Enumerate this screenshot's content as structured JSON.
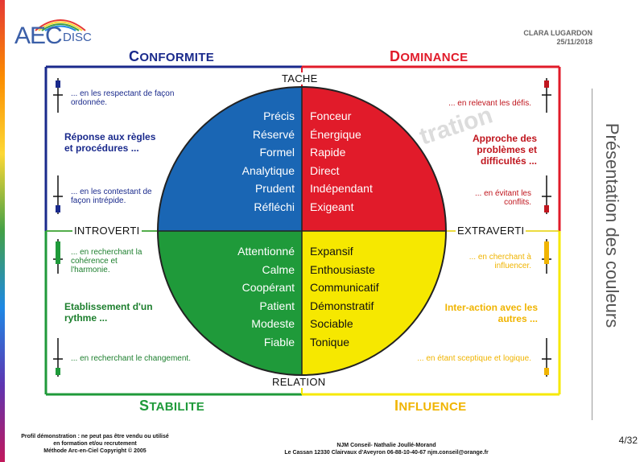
{
  "header": {
    "logo_text": "AEC",
    "logo_subtext": "DISC",
    "client_name": "CLARA LUGARDON",
    "date": "25/11/2018"
  },
  "quadrant_titles": {
    "conformite": {
      "initial": "C",
      "rest": "ONFORMITE"
    },
    "dominance": {
      "initial": "D",
      "rest": "OMINANCE"
    },
    "stabilite": {
      "initial": "S",
      "rest": "TABILITE"
    },
    "influence": {
      "initial": "I",
      "rest": "NFLUENCE"
    }
  },
  "axes": {
    "top": "TACHE",
    "bottom": "RELATION",
    "left": "INTROVERTI",
    "right": "EXTRAVERTI"
  },
  "circle": {
    "blue_words": [
      "Précis",
      "Réservé",
      "Formel",
      "Analytique",
      "Prudent",
      "Réfléchi"
    ],
    "red_words": [
      "Fonceur",
      "Énergique",
      "Rapide",
      "Direct",
      "Indépendant",
      "Exigeant"
    ],
    "green_words": [
      "Attentionné",
      "Calme",
      "Coopérant",
      "Patient",
      "Modeste",
      "Fiable"
    ],
    "yellow_words": [
      "Expansif",
      "Enthousiaste",
      "Communicatif",
      "Démonstratif",
      "Sociable",
      "Tonique"
    ]
  },
  "side_texts": {
    "c_top": "... en les respectant de façon ordonnée.",
    "c_heading": "Réponse aux règles et procédures ...",
    "c_bottom": "... en les contestant de façon intrépide.",
    "d_top": "... en relevant les défis.",
    "d_heading": "Approche des problèmes et difficultés ...",
    "d_bottom": "... en évitant les conflits.",
    "s_top": "... en recherchant la cohérence et l'harmonie.",
    "s_heading": "Etablissement d'un rythme ...",
    "s_bottom": "... en recherchant le changement.",
    "i_top": "... en cherchant à influencer.",
    "i_heading": "Inter-action avec les autres ...",
    "i_bottom": "... en étant sceptique et logique."
  },
  "watermark": "tration",
  "side_title": "Présentation des couleurs",
  "footer": {
    "left_line1": "Profil démonstration : ne peut pas être vendu ou utilisé",
    "left_line2": "en formation et/ou recrutement",
    "left_line3": "Méthode Arc-en-Ciel Copyright © 2005",
    "center_line1": "NJM Conseil- Nathalie Joullé-Morand",
    "center_line2": "Le Cassan 12330 Clairvaux  d'Aveyron 06-88-10-40-67 njm.conseil@orange.fr",
    "page": "4/32"
  },
  "colors": {
    "blue": "#1a66b4",
    "red": "#e11b2a",
    "green": "#1f9a3a",
    "yellow": "#f6e800",
    "navy": "#1a2a8c",
    "dark_red": "#c0161e",
    "dark_green": "#1d7f2e",
    "orange_yellow": "#f0b400"
  },
  "icons": [
    "rainbow-logo-icon",
    "scale-marker-icon"
  ]
}
